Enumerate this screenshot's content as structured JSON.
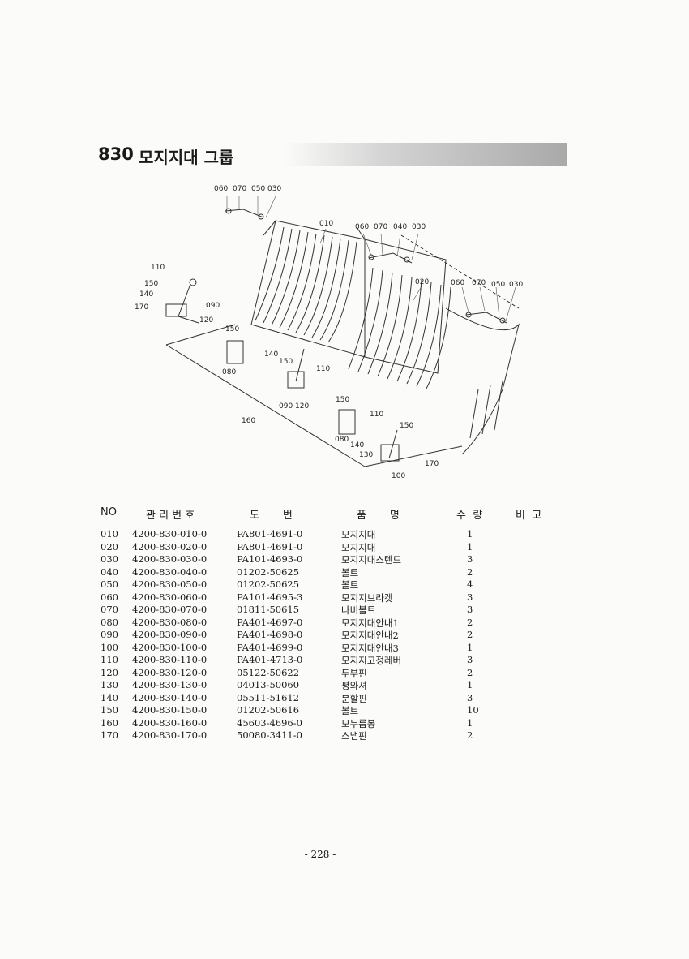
{
  "section": {
    "number": "830",
    "title": "모지지대 그룹"
  },
  "diagram_labels": {
    "l_060a": "060",
    "l_070a": "070",
    "l_050a": "050",
    "l_030a": "030",
    "l_010": "010",
    "l_060b": "060",
    "l_070b": "070",
    "l_040b": "040",
    "l_030b": "030",
    "l_020": "020",
    "l_060c": "060",
    "l_070c": "070",
    "l_050c": "050",
    "l_030c": "030",
    "l_110a": "110",
    "l_150a": "150",
    "l_140a": "140",
    "l_170a": "170",
    "l_090a": "090",
    "l_120a": "120",
    "l_150b": "150",
    "l_080b": "080",
    "l_140c": "140",
    "l_150c": "150",
    "l_110c": "110",
    "l_090c": "090",
    "l_120c": "120",
    "l_160": "160",
    "l_150d": "150",
    "l_110d": "110",
    "l_150e": "150",
    "l_080d": "080",
    "l_140d": "140",
    "l_130d": "130",
    "l_170d": "170",
    "l_100d": "100"
  },
  "table": {
    "headers": {
      "no": "NO",
      "mgmt": "관 리 번 호",
      "draw": "도       번",
      "name": "품       명",
      "qty": "수  량",
      "note": "비  고"
    },
    "rows": [
      {
        "no": "010",
        "mgmt": "4200-830-010-0",
        "draw": "PA801-4691-0",
        "name": "모지지대",
        "qty": "1"
      },
      {
        "no": "020",
        "mgmt": "4200-830-020-0",
        "draw": "PA801-4691-0",
        "name": "모지지대",
        "qty": "1"
      },
      {
        "no": "030",
        "mgmt": "4200-830-030-0",
        "draw": "PA101-4693-0",
        "name": "모지지대스텐드",
        "qty": "3"
      },
      {
        "no": "040",
        "mgmt": "4200-830-040-0",
        "draw": "01202-50625",
        "name": "볼트",
        "qty": "2"
      },
      {
        "no": "050",
        "mgmt": "4200-830-050-0",
        "draw": "01202-50625",
        "name": "볼트",
        "qty": "4"
      },
      {
        "no": "060",
        "mgmt": "4200-830-060-0",
        "draw": "PA101-4695-3",
        "name": "모지지브라켓",
        "qty": "3"
      },
      {
        "no": "070",
        "mgmt": "4200-830-070-0",
        "draw": "01811-50615",
        "name": "나비볼트",
        "qty": "3"
      },
      {
        "no": "080",
        "mgmt": "4200-830-080-0",
        "draw": "PA401-4697-0",
        "name": "모지지대안내1",
        "qty": "2"
      },
      {
        "no": "090",
        "mgmt": "4200-830-090-0",
        "draw": "PA401-4698-0",
        "name": "모지지대안내2",
        "qty": "2"
      },
      {
        "no": "100",
        "mgmt": "4200-830-100-0",
        "draw": "PA401-4699-0",
        "name": "모지지대안내3",
        "qty": "1"
      },
      {
        "no": "110",
        "mgmt": "4200-830-110-0",
        "draw": "PA401-4713-0",
        "name": "모지지고정레버",
        "qty": "3"
      },
      {
        "no": "120",
        "mgmt": "4200-830-120-0",
        "draw": "05122-50622",
        "name": "두부핀",
        "qty": "2"
      },
      {
        "no": "130",
        "mgmt": "4200-830-130-0",
        "draw": "04013-50060",
        "name": "평와셔",
        "qty": "1"
      },
      {
        "no": "140",
        "mgmt": "4200-830-140-0",
        "draw": "05511-51612",
        "name": "분할핀",
        "qty": "3"
      },
      {
        "no": "150",
        "mgmt": "4200-830-150-0",
        "draw": "01202-50616",
        "name": "볼트",
        "qty": "10"
      },
      {
        "no": "160",
        "mgmt": "4200-830-160-0",
        "draw": "45603-4696-0",
        "name": "모누름봉",
        "qty": "1"
      },
      {
        "no": "170",
        "mgmt": "4200-830-170-0",
        "draw": "50080-3411-0",
        "name": "스냅핀",
        "qty": "2"
      }
    ]
  },
  "page_number": "- 228 -"
}
